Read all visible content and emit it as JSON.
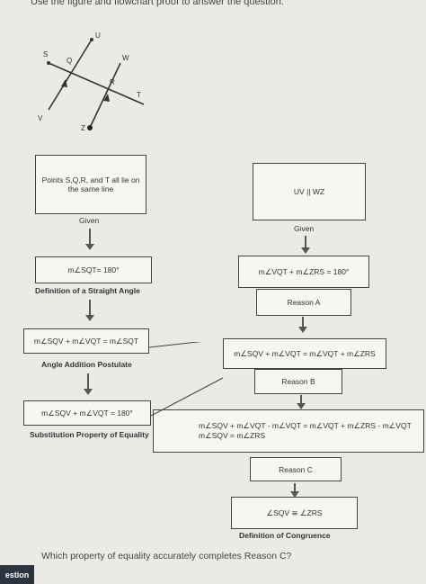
{
  "instructions": "Use the figure and flowchart proof to answer the question.",
  "figure": {
    "points": [
      "U",
      "S",
      "Q",
      "W",
      "R",
      "T",
      "V",
      "Z"
    ]
  },
  "left_column": {
    "given_statement": "Points S,Q,R, and T all lie on the same line",
    "given_reason": "Given",
    "step2_statement": "m∠SQT= 180°",
    "step2_reason": "Definition of a Straight Angle",
    "step3_statement": "m∠SQV + m∠VQT = m∠SQT",
    "step3_reason": "Angle Addition Postulate",
    "step4_statement": "m∠SQV + m∠VQT = 180°",
    "step4_reason": "Substitution Property of Equality"
  },
  "right_column": {
    "given_statement": "UV || WZ",
    "given_reason": "Given",
    "step2_statement": "m∠VQT + m∠ZRS = 180°",
    "step2_reason": "Reason A",
    "step3_statement": "m∠SQV + m∠VQT = m∠VQT + m∠ZRS",
    "step3_reason": "Reason B",
    "step4_line1": "m∠SQV + m∠VQT - m∠VQT = m∠VQT + m∠ZRS - m∠VQT",
    "step4_line2": "m∠SQV = m∠ZRS",
    "step4_reason": "Reason C",
    "conclusion": "∠SQV ≅ ∠ZRS",
    "conclusion_reason": "Definition of Congruence"
  },
  "question": "Which property of equality accurately completes Reason C?",
  "footer_tab": "estion"
}
